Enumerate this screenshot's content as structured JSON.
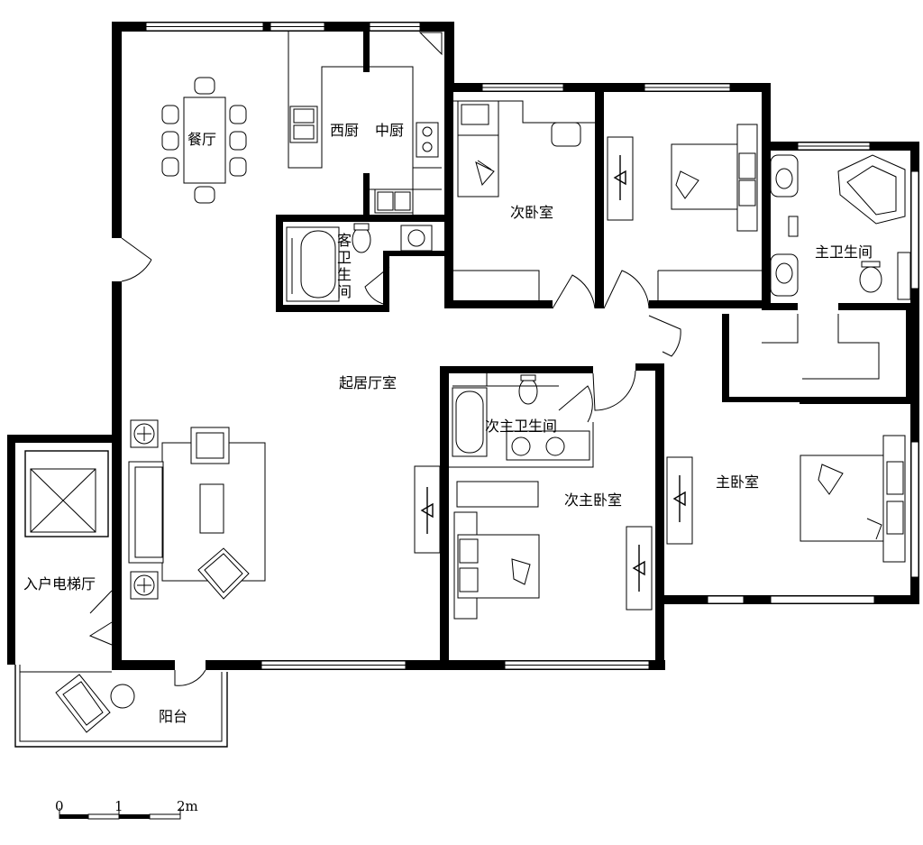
{
  "rooms": {
    "dining": "餐厅",
    "west_kitchen": "西厨",
    "chinese_kitchen": "中厨",
    "guest_bath_chars": [
      "客",
      "卫",
      "生",
      "间"
    ],
    "second_bedroom": "次卧室",
    "master_bath": "主卫生间",
    "living_room": "起居厅室",
    "second_master_bath": "次主卫生间",
    "second_master_bedroom": "次主卧室",
    "master_bedroom": "主卧室",
    "elevator_hall": "入户电梯厅",
    "balcony": "阳台"
  },
  "scale_bar": {
    "ticks": [
      "0",
      "1",
      "2m"
    ]
  }
}
